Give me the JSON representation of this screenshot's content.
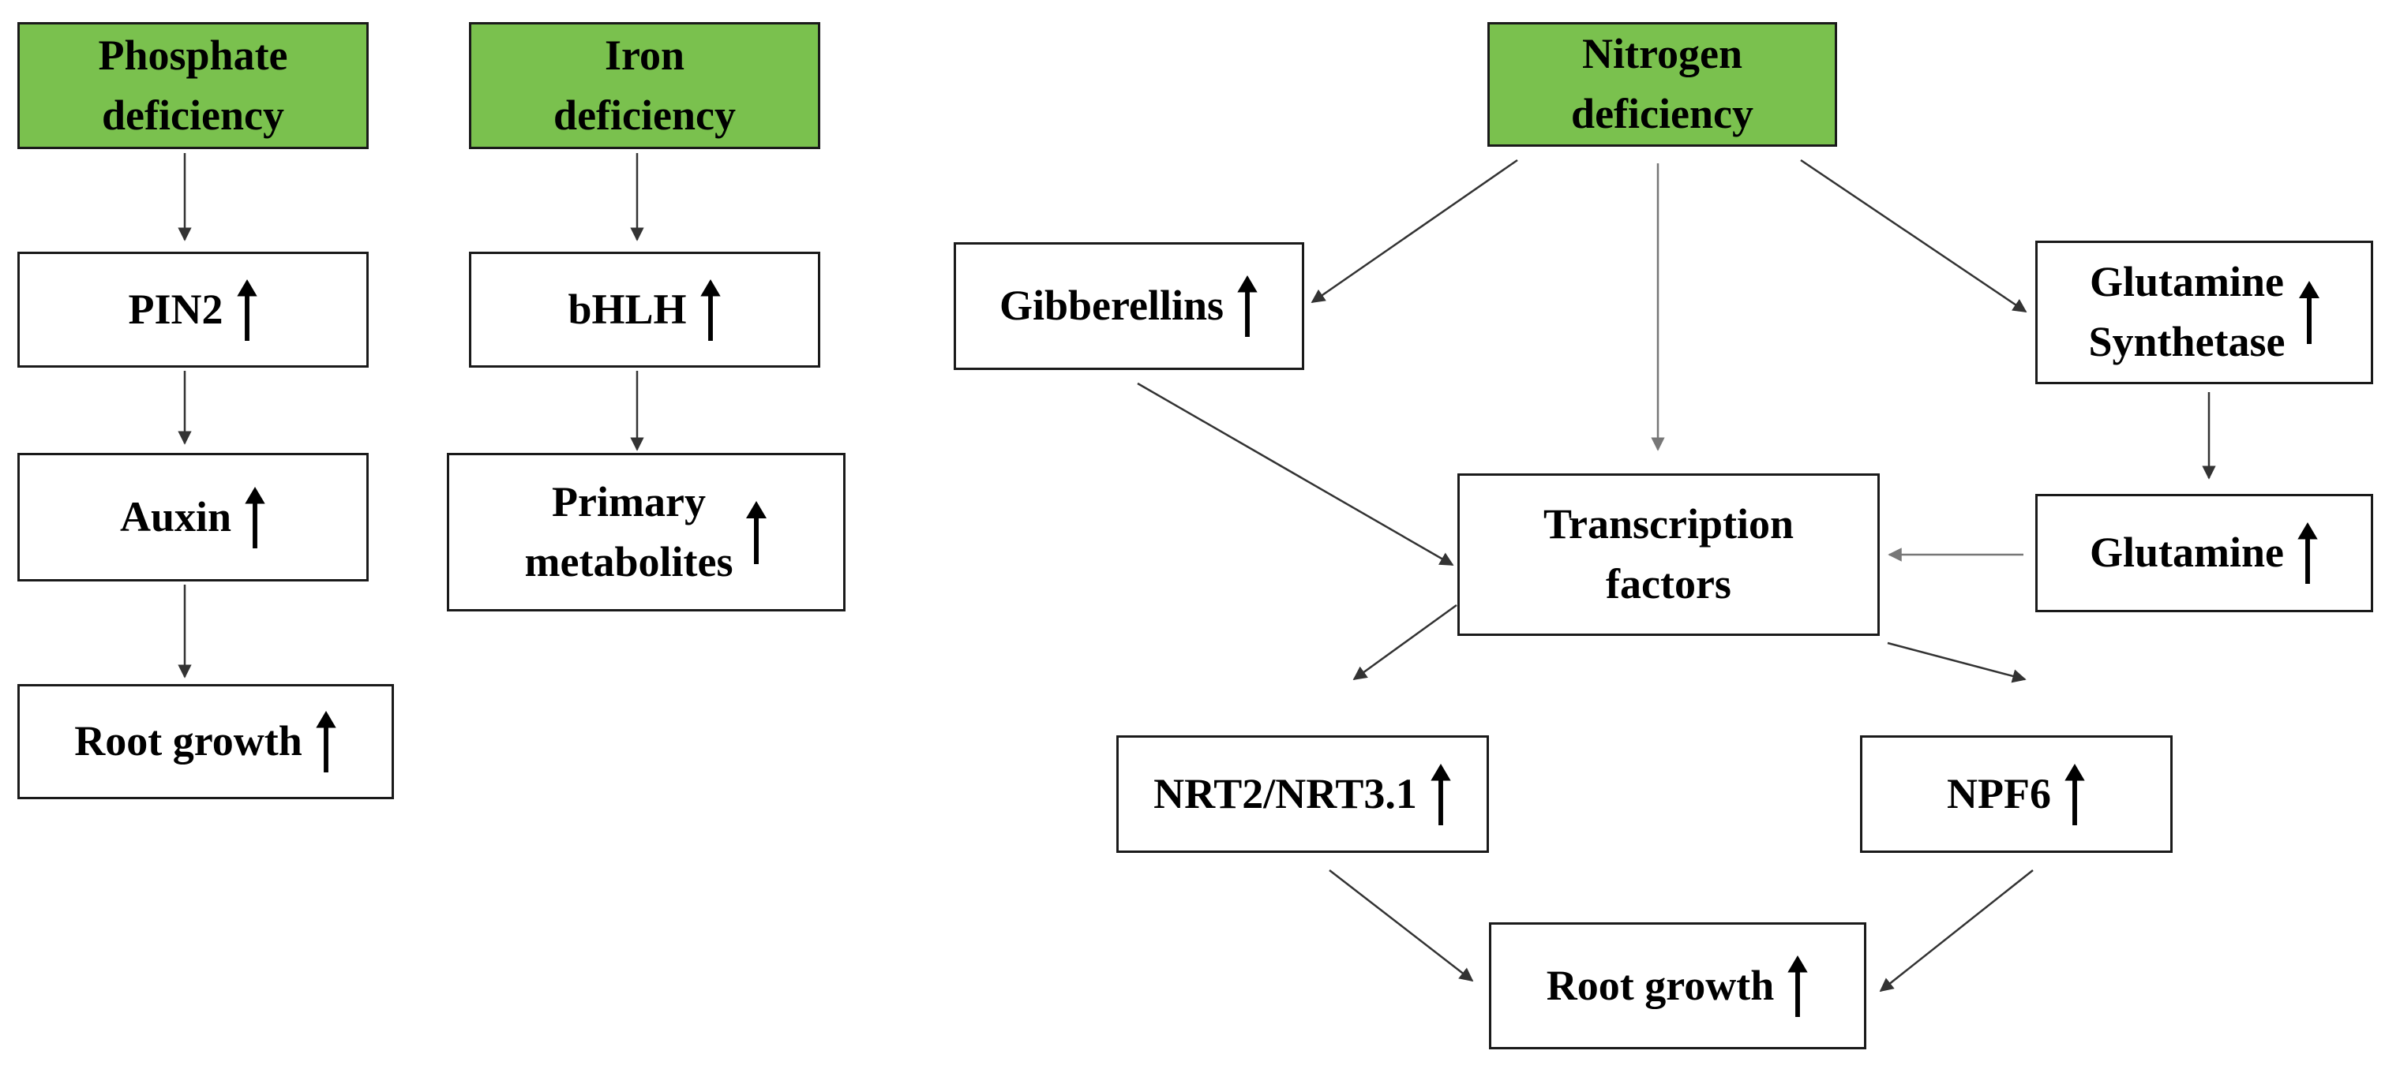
{
  "diagram": {
    "phosphate": {
      "header": [
        "Phosphate",
        "deficiency"
      ],
      "pin2": "PIN2",
      "auxin": "Auxin",
      "root_growth": "Root growth"
    },
    "iron": {
      "header": [
        "Iron",
        "deficiency"
      ],
      "bhlh": "bHLH",
      "primary_metabolites": [
        "Primary",
        "metabolites"
      ]
    },
    "nitrogen": {
      "header": [
        "Nitrogen",
        "deficiency"
      ],
      "gibberellins": "Gibberellins",
      "glutamine_synthetase": [
        "Glutamine",
        "Synthetase"
      ],
      "glutamine": "Glutamine",
      "transcription_factors": [
        "Transcription",
        "factors"
      ],
      "nrt": "NRT2/NRT3.1",
      "npf6": "NPF6",
      "root_growth": "Root growth"
    },
    "colors": {
      "header_fill": "#7ac14e",
      "border": "#1a1a1a",
      "arrow": "#333333"
    },
    "icons": {
      "increase": "up-arrow-icon"
    }
  }
}
